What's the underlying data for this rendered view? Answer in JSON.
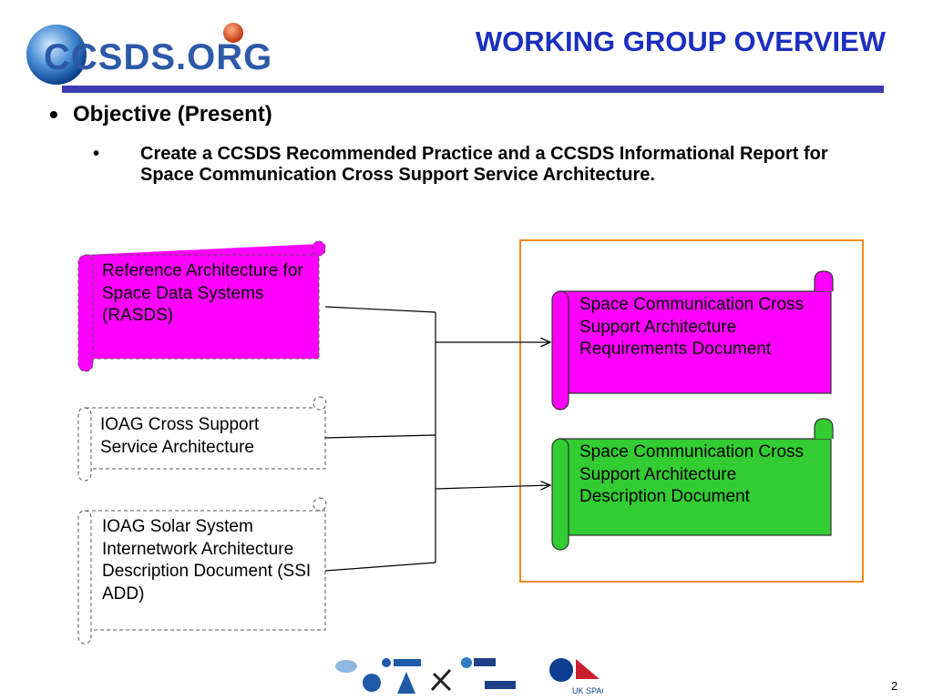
{
  "header": {
    "title": "WORKING GROUP OVERVIEW",
    "logo_text": "CCSDS.ORG"
  },
  "bullets": {
    "level1": "Objective (Present)",
    "level2": "Create a CCSDS Recommended Practice and a CCSDS Informational Report for Space Communication Cross Support Service Architecture."
  },
  "diagram": {
    "inputs": [
      {
        "id": "rasds",
        "label": "Reference Architecture for Space Data Systems (RASDS)",
        "fill": "#ff00ff"
      },
      {
        "id": "ioag-cssa",
        "label": "IOAG Cross Support Service Architecture",
        "fill": "#ffffff"
      },
      {
        "id": "ioag-ssi",
        "label": "IOAG Solar System Internetwork Architecture Description Document (SSI ADD)",
        "fill": "#ffffff"
      }
    ],
    "outputs": [
      {
        "id": "reqs",
        "label": "Space Communication Cross Support Architecture Requirements Document",
        "fill": "#ff00ff"
      },
      {
        "id": "add",
        "label": "Space Communication Cross Support Architecture Description Document",
        "fill": "#33cc33"
      }
    ],
    "group_border_color": "#f08a1c"
  },
  "footer": {
    "agency_logos": [
      "asi-logo",
      "cnes-logo",
      "csa-logo",
      "dlr-logo",
      "esa-logo",
      "inpe-logo",
      "jaxa-logo",
      "nasa-logo",
      "uk-space-logo"
    ],
    "uk_space_text": "UK SPACE",
    "page_number": "2"
  }
}
